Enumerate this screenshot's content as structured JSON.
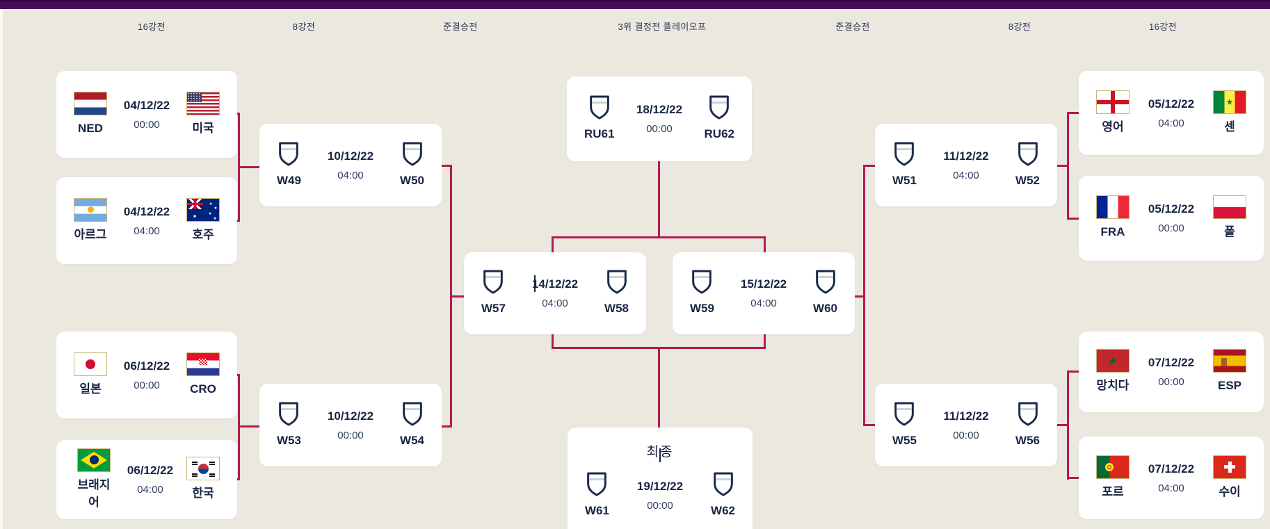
{
  "app": {
    "type": "world-cup-knockout-bracket",
    "topbar_color": "#470b5a",
    "background_color": "#ebe8df",
    "connector_color": "#b21a52",
    "text_color": "#172442",
    "flag_border_color": "#c9b37a",
    "placeholder_icon": "shield-icon"
  },
  "headers": [
    "16강전",
    "8강전",
    "준결승전",
    "3위 결정전 플레이오프",
    "준결승전",
    "8강전",
    "16강전"
  ],
  "matches": {
    "r16_left": [
      {
        "date": "04/12/22",
        "time": "00:00",
        "home": {
          "name": "NED",
          "flag": "netherlands"
        },
        "away": {
          "name": "미국",
          "flag": "usa"
        }
      },
      {
        "date": "04/12/22",
        "time": "04:00",
        "home": {
          "name": "아르그",
          "flag": "argentina"
        },
        "away": {
          "name": "호주",
          "flag": "australia"
        }
      },
      {
        "date": "06/12/22",
        "time": "00:00",
        "home": {
          "name": "일본",
          "flag": "japan"
        },
        "away": {
          "name": "CRO",
          "flag": "croatia"
        }
      },
      {
        "date": "06/12/22",
        "time": "04:00",
        "home": {
          "name": "브래지어",
          "flag": "brazil"
        },
        "away": {
          "name": "한국",
          "flag": "south-korea"
        }
      }
    ],
    "qf_left": [
      {
        "date": "10/12/22",
        "time": "04:00",
        "home": {
          "name": "W49"
        },
        "away": {
          "name": "W50"
        }
      },
      {
        "date": "10/12/22",
        "time": "00:00",
        "home": {
          "name": "W53"
        },
        "away": {
          "name": "W54"
        }
      }
    ],
    "semifinals": [
      {
        "date": "14/12/22",
        "time": "04:00",
        "home": {
          "name": "W57"
        },
        "away": {
          "name": "W58"
        }
      },
      {
        "date": "15/12/22",
        "time": "04:00",
        "home": {
          "name": "W59"
        },
        "away": {
          "name": "W60"
        }
      }
    ],
    "third_place": {
      "date": "18/12/22",
      "time": "00:00",
      "home": {
        "name": "RU61"
      },
      "away": {
        "name": "RU62"
      }
    },
    "final": {
      "title": "최종",
      "date": "19/12/22",
      "time": "00:00",
      "home": {
        "name": "W61"
      },
      "away": {
        "name": "W62"
      }
    },
    "qf_right": [
      {
        "date": "11/12/22",
        "time": "04:00",
        "home": {
          "name": "W51"
        },
        "away": {
          "name": "W52"
        }
      },
      {
        "date": "11/12/22",
        "time": "00:00",
        "home": {
          "name": "W55"
        },
        "away": {
          "name": "W56"
        }
      }
    ],
    "r16_right": [
      {
        "date": "05/12/22",
        "time": "04:00",
        "home": {
          "name": "영어",
          "flag": "england"
        },
        "away": {
          "name": "센",
          "flag": "senegal"
        }
      },
      {
        "date": "05/12/22",
        "time": "00:00",
        "home": {
          "name": "FRA",
          "flag": "france"
        },
        "away": {
          "name": "폴",
          "flag": "poland"
        }
      },
      {
        "date": "07/12/22",
        "time": "00:00",
        "home": {
          "name": "망치다",
          "flag": "morocco"
        },
        "away": {
          "name": "ESP",
          "flag": "spain"
        }
      },
      {
        "date": "07/12/22",
        "time": "04:00",
        "home": {
          "name": "포르",
          "flag": "portugal"
        },
        "away": {
          "name": "수이",
          "flag": "switzerland"
        }
      }
    ]
  }
}
